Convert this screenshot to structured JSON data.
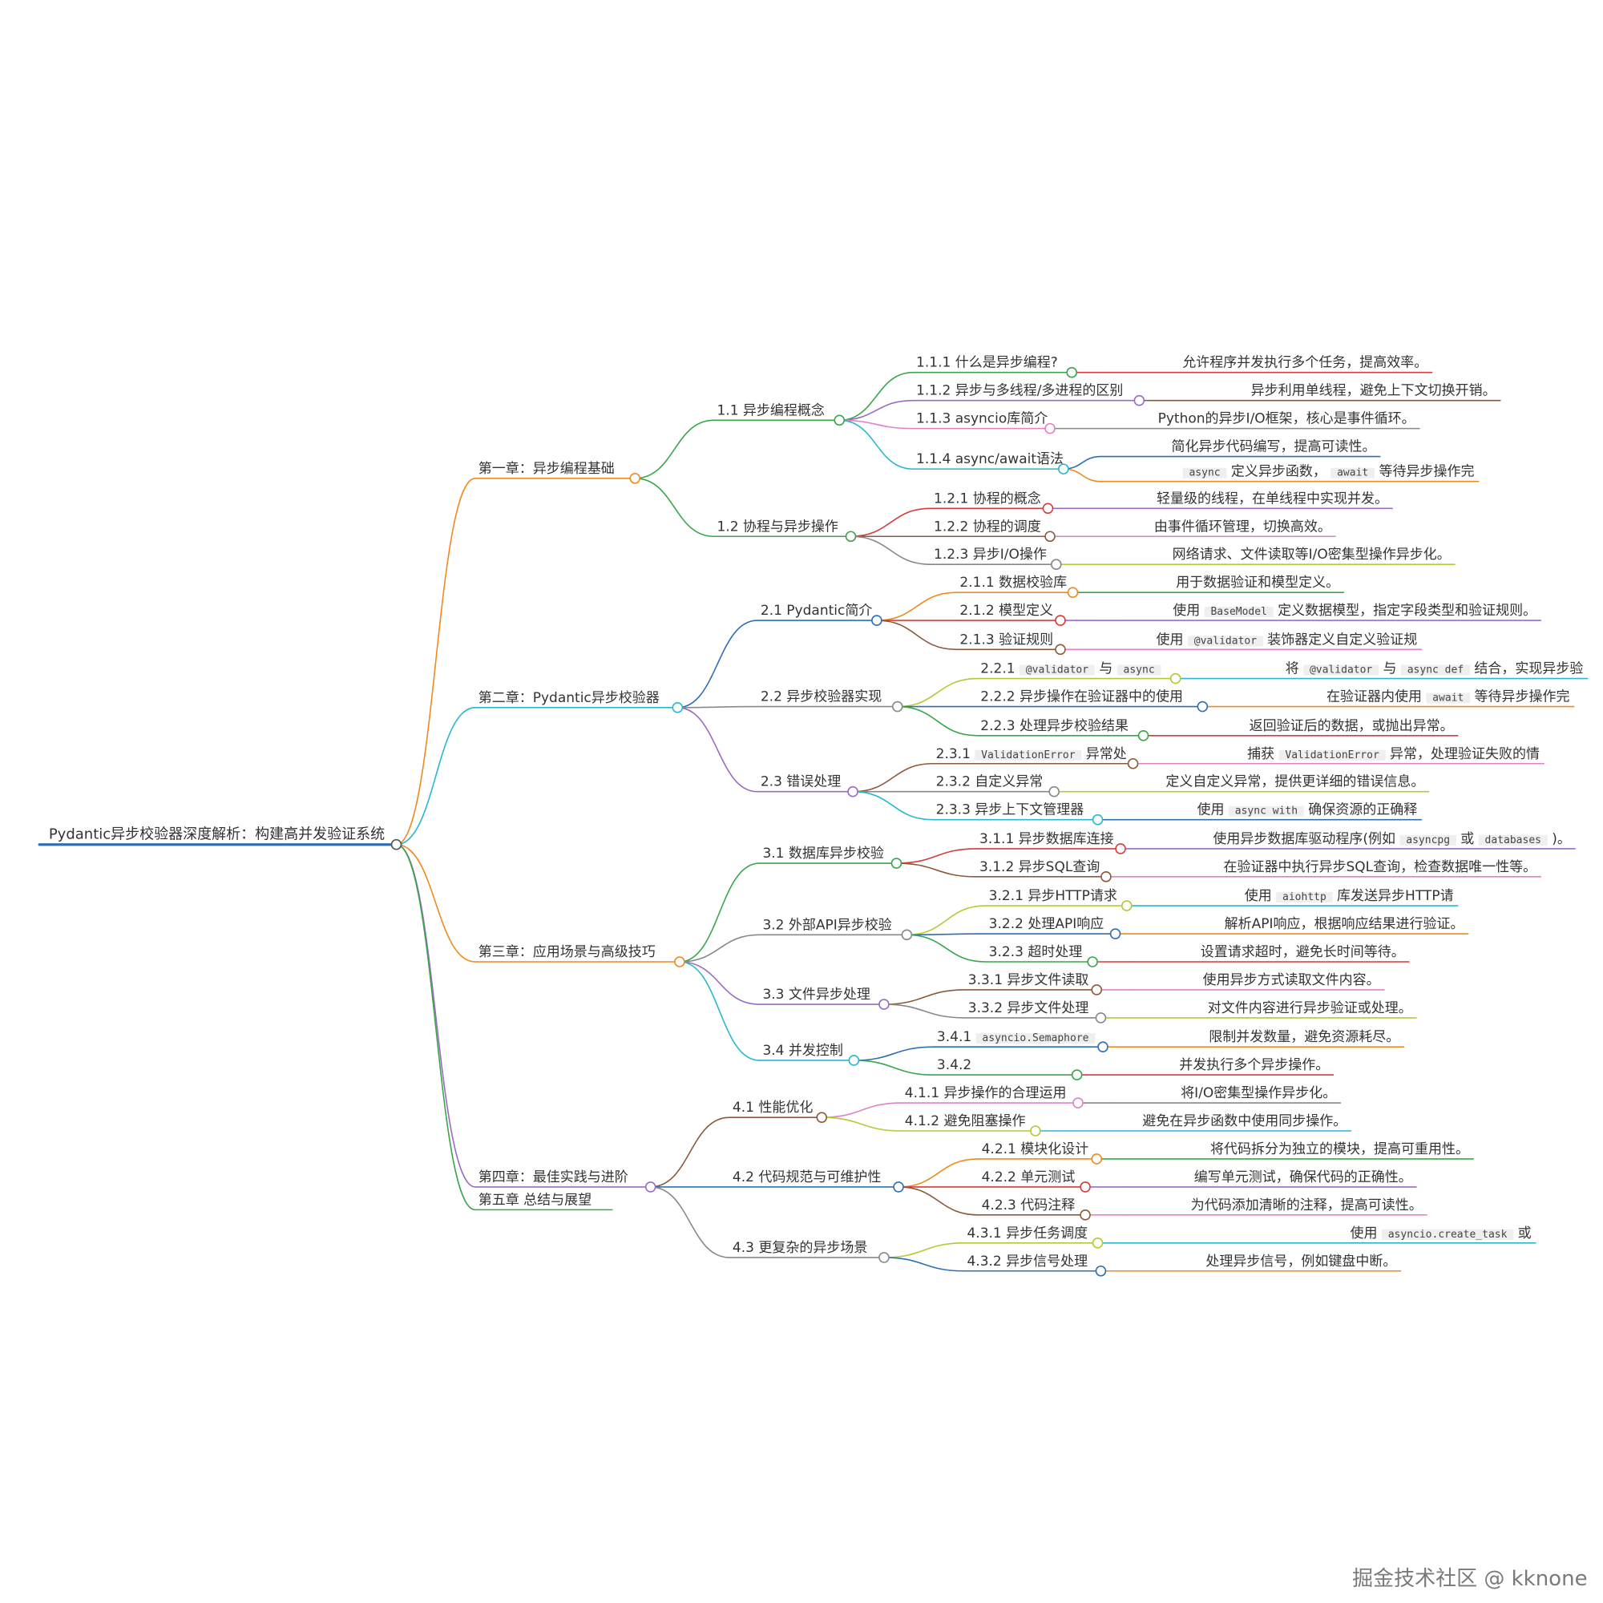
{
  "root": {
    "text": "Pydantic异步校验器深度解析：构建高并发验证系统",
    "color": "#2f6eb5"
  },
  "watermark": "掘金技术社区 @ kknone",
  "chapters": [
    {
      "text": "第一章：异步编程基础",
      "color": "#ef8a1f",
      "sections": [
        {
          "text": "1.1 异步编程概念",
          "color": "#3aa64a",
          "subs": [
            {
              "text": "1.1.1 什么是异步编程?",
              "color": "#3aa64a",
              "leaves": [
                {
                  "text": "允许程序并发执行多个任务，提高效率。",
                  "color": "#d43b3b"
                }
              ]
            },
            {
              "text": "1.1.2 异步与多线程/多进程的区别",
              "color": "#9b6bc4",
              "leaves": [
                {
                  "text": "异步利用单线程，避免上下文切换开销。",
                  "color": "#8b5a3c"
                }
              ]
            },
            {
              "text": "1.1.3 asyncio库简介",
              "color": "#e081c8",
              "leaves": [
                {
                  "text": "Python的异步I/O框架，核心是事件循环。",
                  "color": "#888888"
                }
              ]
            },
            {
              "text": "1.1.4 async/await语法",
              "color": "#27b8cf",
              "leaves": [
                {
                  "text": "简化异步代码编写，提高可读性。",
                  "color": "#2f6eb5"
                },
                {
                  "parts": [
                    {
                      "code": "async"
                    },
                    {
                      "t": " 定义异步函数， "
                    },
                    {
                      "code": "await"
                    },
                    {
                      "t": " 等待异步操作完"
                    }
                  ],
                  "color": "#ef8a1f"
                }
              ]
            }
          ]
        },
        {
          "text": "1.2 协程与异步操作",
          "color": "#3aa64a",
          "subs": [
            {
              "text": "1.2.1 协程的概念",
              "color": "#d43b3b",
              "leaves": [
                {
                  "text": "轻量级的线程，在单线程中实现并发。",
                  "color": "#9b6bc4"
                }
              ]
            },
            {
              "text": "1.2.2 协程的调度",
              "color": "#8b5a3c",
              "leaves": [
                {
                  "text": "由事件循环管理，切换高效。",
                  "color": "#e081c8"
                }
              ]
            },
            {
              "text": "1.2.3 异步I/O操作",
              "color": "#888888",
              "leaves": [
                {
                  "text": "网络请求、文件读取等I/O密集型操作异步化。",
                  "color": "#b5c934"
                }
              ]
            }
          ]
        }
      ]
    },
    {
      "text": "第二章：Pydantic异步校验器",
      "color": "#27b8cf",
      "sections": [
        {
          "text": "2.1 Pydantic简介",
          "color": "#2f6eb5",
          "subs": [
            {
              "text": "2.1.1 数据校验库",
              "color": "#ef8a1f",
              "leaves": [
                {
                  "text": "用于数据验证和模型定义。",
                  "color": "#3aa64a"
                }
              ]
            },
            {
              "text": "2.1.2 模型定义",
              "color": "#d43b3b",
              "leaves": [
                {
                  "parts": [
                    {
                      "t": "使用 "
                    },
                    {
                      "code": "BaseModel"
                    },
                    {
                      "t": " 定义数据模型，指定字段类型和验证规则。"
                    }
                  ],
                  "color": "#9b6bc4"
                }
              ]
            },
            {
              "text": "2.1.3 验证规则",
              "color": "#8b5a3c",
              "leaves": [
                {
                  "parts": [
                    {
                      "t": "使用 "
                    },
                    {
                      "code": "@validator"
                    },
                    {
                      "t": " 装饰器定义自定义验证规"
                    }
                  ],
                  "color": "#e081c8"
                }
              ]
            }
          ]
        },
        {
          "text": "2.2 异步校验器实现",
          "color": "#888888",
          "subs": [
            {
              "parts": [
                {
                  "t": "2.2.1 "
                },
                {
                  "code": "@validator"
                },
                {
                  "t": " 与 "
                },
                {
                  "code": "async"
                }
              ],
              "color": "#b5c934",
              "leaves": [
                {
                  "parts": [
                    {
                      "t": "将 "
                    },
                    {
                      "code": "@validator"
                    },
                    {
                      "t": " 与 "
                    },
                    {
                      "code": "async def"
                    },
                    {
                      "t": " 结合，实现异步验"
                    }
                  ],
                  "color": "#27b8cf"
                }
              ]
            },
            {
              "text": "2.2.2 异步操作在验证器中的使用",
              "color": "#2f6eb5",
              "leaves": [
                {
                  "parts": [
                    {
                      "t": "在验证器内使用 "
                    },
                    {
                      "code": "await"
                    },
                    {
                      "t": " 等待异步操作完"
                    }
                  ],
                  "color": "#ef8a1f"
                }
              ]
            },
            {
              "text": "2.2.3 处理异步校验结果",
              "color": "#3aa64a",
              "leaves": [
                {
                  "text": "返回验证后的数据，或抛出异常。",
                  "color": "#d43b3b"
                }
              ]
            }
          ]
        },
        {
          "text": "2.3 错误处理",
          "color": "#9b6bc4",
          "subs": [
            {
              "parts": [
                {
                  "t": "2.3.1 "
                },
                {
                  "code": "ValidationError"
                },
                {
                  "t": " 异常处"
                }
              ],
              "color": "#8b5a3c",
              "leaves": [
                {
                  "parts": [
                    {
                      "t": "捕获 "
                    },
                    {
                      "code": "ValidationError"
                    },
                    {
                      "t": " 异常，处理验证失败的情"
                    }
                  ],
                  "color": "#e081c8"
                }
              ]
            },
            {
              "text": "2.3.2 自定义异常",
              "color": "#888888",
              "leaves": [
                {
                  "text": "定义自定义异常，提供更详细的错误信息。",
                  "color": "#b5c934"
                }
              ]
            },
            {
              "text": "2.3.3 异步上下文管理器",
              "color": "#27b8cf",
              "leaves": [
                {
                  "parts": [
                    {
                      "t": "使用 "
                    },
                    {
                      "code": "async with"
                    },
                    {
                      "t": " 确保资源的正确释"
                    }
                  ],
                  "color": "#2f6eb5"
                }
              ]
            }
          ]
        }
      ]
    },
    {
      "text": "第三章：应用场景与高级技巧",
      "color": "#ef8a1f",
      "sections": [
        {
          "text": "3.1 数据库异步校验",
          "color": "#3aa64a",
          "subs": [
            {
              "text": "3.1.1 异步数据库连接",
              "color": "#d43b3b",
              "leaves": [
                {
                  "parts": [
                    {
                      "t": "使用异步数据库驱动程序(例如 "
                    },
                    {
                      "code": "asyncpg"
                    },
                    {
                      "t": " 或 "
                    },
                    {
                      "code": "databases"
                    },
                    {
                      "t": " )。"
                    }
                  ],
                  "color": "#9b6bc4"
                }
              ]
            },
            {
              "text": "3.1.2 异步SQL查询",
              "color": "#8b5a3c",
              "leaves": [
                {
                  "text": "在验证器中执行异步SQL查询，检查数据唯一性等。",
                  "color": "#e081c8"
                }
              ]
            }
          ]
        },
        {
          "text": "3.2 外部API异步校验",
          "color": "#888888",
          "subs": [
            {
              "text": "3.2.1 异步HTTP请求",
              "color": "#b5c934",
              "leaves": [
                {
                  "parts": [
                    {
                      "t": "使用 "
                    },
                    {
                      "code": "aiohttp"
                    },
                    {
                      "t": " 库发送异步HTTP请"
                    }
                  ],
                  "color": "#27b8cf"
                }
              ]
            },
            {
              "text": "3.2.2 处理API响应",
              "color": "#2f6eb5",
              "leaves": [
                {
                  "text": "解析API响应，根据响应结果进行验证。",
                  "color": "#ef8a1f"
                }
              ]
            },
            {
              "text": "3.2.3 超时处理",
              "color": "#3aa64a",
              "leaves": [
                {
                  "text": "设置请求超时，避免长时间等待。",
                  "color": "#d43b3b"
                }
              ]
            }
          ]
        },
        {
          "text": "3.3 文件异步处理",
          "color": "#9b6bc4",
          "subs": [
            {
              "text": "3.3.1 异步文件读取",
              "color": "#8b5a3c",
              "leaves": [
                {
                  "text": "使用异步方式读取文件内容。",
                  "color": "#e081c8"
                }
              ]
            },
            {
              "text": "3.3.2 异步文件处理",
              "color": "#888888",
              "leaves": [
                {
                  "text": "对文件内容进行异步验证或处理。",
                  "color": "#b5c934"
                }
              ]
            }
          ]
        },
        {
          "text": "3.4 并发控制",
          "color": "#27b8cf",
          "subs": [
            {
              "parts": [
                {
                  "t": "3.4.1 "
                },
                {
                  "code": "asyncio.Semaphore"
                }
              ],
              "color": "#2f6eb5",
              "leaves": [
                {
                  "text": "限制并发数量，避免资源耗尽。",
                  "color": "#ef8a1f"
                }
              ]
            },
            {
              "text": "3.4.2",
              "color": "#3aa64a",
              "leaves": [
                {
                  "text": "并发执行多个异步操作。",
                  "color": "#d43b3b"
                }
              ]
            }
          ]
        }
      ]
    },
    {
      "text": "第四章：最佳实践与进阶",
      "color": "#9b6bc4",
      "sections": [
        {
          "text": "4.1 性能优化",
          "color": "#8b5a3c",
          "subs": [
            {
              "text": "4.1.1 异步操作的合理运用",
              "color": "#e081c8",
              "leaves": [
                {
                  "text": "将I/O密集型操作异步化。",
                  "color": "#888888"
                }
              ]
            },
            {
              "text": "4.1.2 避免阻塞操作",
              "color": "#b5c934",
              "leaves": [
                {
                  "text": "避免在异步函数中使用同步操作。",
                  "color": "#27b8cf"
                }
              ]
            }
          ]
        },
        {
          "text": "4.2 代码规范与可维护性",
          "color": "#2f6eb5",
          "subs": [
            {
              "text": "4.2.1 模块化设计",
              "color": "#ef8a1f",
              "leaves": [
                {
                  "text": "将代码拆分为独立的模块，提高可重用性。",
                  "color": "#3aa64a"
                }
              ]
            },
            {
              "text": "4.2.2 单元测试",
              "color": "#d43b3b",
              "leaves": [
                {
                  "text": "编写单元测试，确保代码的正确性。",
                  "color": "#9b6bc4"
                }
              ]
            },
            {
              "text": "4.2.3 代码注释",
              "color": "#8b5a3c",
              "leaves": [
                {
                  "text": "为代码添加清晰的注释，提高可读性。",
                  "color": "#e081c8"
                }
              ]
            }
          ]
        },
        {
          "text": "4.3 更复杂的异步场景",
          "color": "#888888",
          "subs": [
            {
              "text": "4.3.1 异步任务调度",
              "color": "#b5c934",
              "leaves": [
                {
                  "parts": [
                    {
                      "t": "使用 "
                    },
                    {
                      "code": "asyncio.create_task"
                    },
                    {
                      "t": " 或"
                    }
                  ],
                  "color": "#27b8cf"
                }
              ]
            },
            {
              "text": "4.3.2 异步信号处理",
              "color": "#2f6eb5",
              "leaves": [
                {
                  "text": "处理异步信号，例如键盘中断。",
                  "color": "#ef8a1f"
                }
              ]
            }
          ]
        }
      ]
    },
    {
      "text": "第五章 总结与展望",
      "color": "#3aa64a",
      "sections": []
    }
  ]
}
